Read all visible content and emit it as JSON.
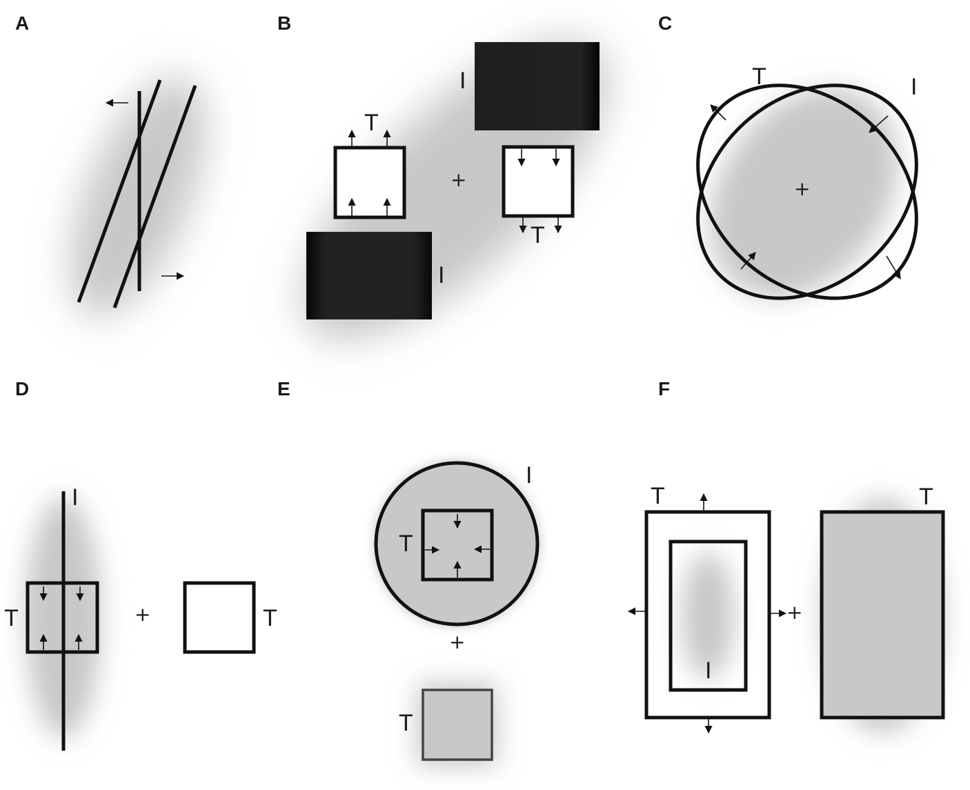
{
  "panels": {
    "a": {
      "letter": "A"
    },
    "b": {
      "letter": "B",
      "label_t_left": "T",
      "label_t_right": "T",
      "label_i_top": "I",
      "label_i_bottom": "I",
      "fixation": "+"
    },
    "c": {
      "letter": "C",
      "label_t": "T",
      "label_i": "I",
      "fixation": "+"
    },
    "d": {
      "letter": "D",
      "label_i": "I",
      "label_t_left": "T",
      "label_t_right": "T",
      "fixation": "+"
    },
    "e": {
      "letter": "E",
      "label_i": "I",
      "label_t_top": "T",
      "label_t_bottom": "T",
      "fixation": "+"
    },
    "f": {
      "letter": "F",
      "label_t_left": "T",
      "label_i": "I",
      "label_t_right": "T",
      "fixation": "+"
    }
  },
  "colors": {
    "background": "#ffffff",
    "glow": "#c8c8c8",
    "stroke": "#111111",
    "dark_fill": "#1c1c1c",
    "inner_fill": "#ffffff"
  }
}
